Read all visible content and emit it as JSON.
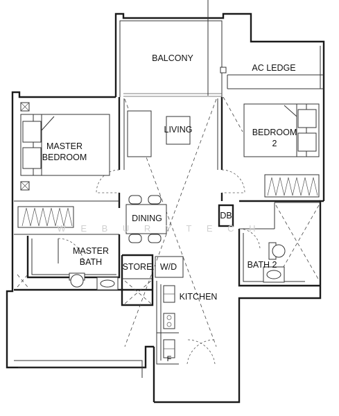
{
  "plan": {
    "rooms": {
      "balcony": "BALCONY",
      "ac_ledge": "AC LEDGE",
      "living": "LIVING",
      "bedroom2_line1": "BEDROOM",
      "bedroom2_line2": "2",
      "master_line1": "MASTER",
      "master_line2": "BEDROOM",
      "dining": "DINING",
      "db": "DB",
      "master_bath_line1": "MASTER",
      "master_bath_line2": "BATH",
      "store": "STORE",
      "wd": "W/D",
      "bath2": "BATH 2",
      "kitchen": "KITCHEN",
      "fridge": "F"
    },
    "watermark": "W E B U R Y   T E C H"
  }
}
